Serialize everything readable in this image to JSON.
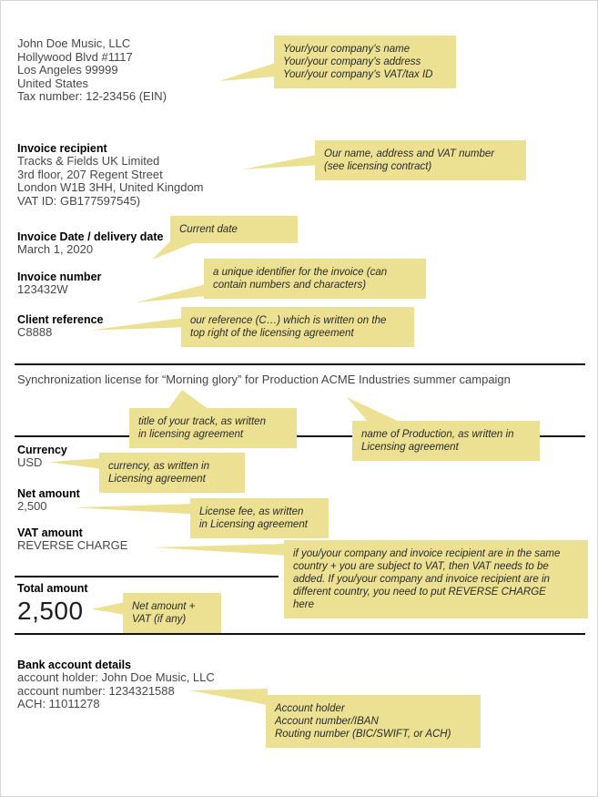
{
  "colors": {
    "callout_bg": "#ece093",
    "text": "#474747",
    "line": "#111111"
  },
  "sender": {
    "lines": [
      "John Doe Music, LLC",
      "Hollywood Blvd #1117",
      "Los Angeles 99999",
      "United States",
      "Tax number: 12-23456 (EIN)"
    ]
  },
  "recipient": {
    "heading": "Invoice recipient",
    "lines": [
      "Tracks & Fields UK Limited",
      "3rd floor, 207 Regent Street",
      "London W1B 3HH, United Kingdom",
      "VAT ID: GB177597545)"
    ]
  },
  "invoice_date": {
    "label": "Invoice Date / delivery date",
    "value": "March 1, 2020"
  },
  "invoice_number": {
    "label": "Invoice number",
    "value": "123432W"
  },
  "client_reference": {
    "label": "Client reference",
    "value": "C8888"
  },
  "description": "Synchronization license for “Morning glory” for Production ACME Industries summer campaign",
  "currency": {
    "label": "Currency",
    "value": "USD"
  },
  "net_amount": {
    "label": "Net amount",
    "value": "2,500"
  },
  "vat_amount": {
    "label": "VAT amount",
    "value": "REVERSE CHARGE"
  },
  "total_amount": {
    "label": "Total amount",
    "value": "2,500"
  },
  "bank": {
    "heading": "Bank account details",
    "lines": [
      "account holder: John Doe Music, LLC",
      "account number: 1234321588",
      "ACH: 11011278"
    ]
  },
  "callouts": {
    "company": "Your/your company’s name\nYour/your company’s address\nYour/your company’s VAT/tax ID",
    "recipient": "Our name, address and VAT number\n(see licensing contract)",
    "date": "Current date",
    "number": "a unique identifier for the invoice (can\ncontain numbers and characters)",
    "reference": "our reference (C…) which is written on the\ntop right of the licensing agreement",
    "track": "title of your track, as written\nin licensing agreement",
    "production": "name of Production, as written in\nLicensing agreement",
    "currency": "currency, as written in\nLicensing agreement",
    "net": "License fee, as written\nin Licensing agreement",
    "vat": "if you/your company and invoice recipient are in the same\ncountry + you are subject to VAT, then VAT needs to be\nadded. If you/your company and invoice recipient are in\ndifferent country, you need to put REVERSE CHARGE\nhere",
    "total": "Net amount +\nVAT (if any)",
    "bank": "Account holder\nAccount number/IBAN\nRouting number (BIC/SWIFT, or ACH)"
  }
}
